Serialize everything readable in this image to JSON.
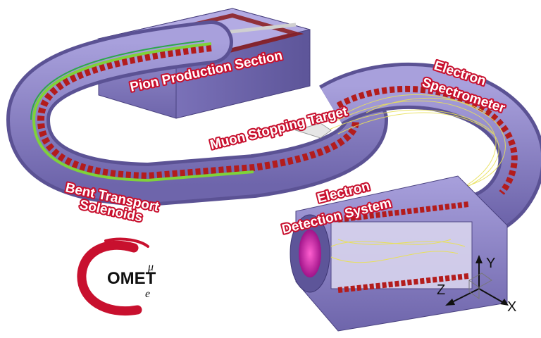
{
  "labels": {
    "pion_production": "Pion Production Section",
    "muon_target": "Muon Stopping Target",
    "electron_spectrometer_1": "Electron",
    "electron_spectrometer_2": "Spectrometer",
    "bent_transport_1": "Bent Transport",
    "bent_transport_2": "Solenoids",
    "electron_detection_1": "Electron",
    "electron_detection_2": "Detection System"
  },
  "logo": {
    "text": "OMET",
    "sup": "μ",
    "sub": "e"
  },
  "axes": {
    "y": "Y",
    "z": "Z",
    "x": "X"
  },
  "colors": {
    "steel": "#8f86c8",
    "steel_dark": "#5b5294",
    "coil": "#b31c1c",
    "beam": "#7fd23a",
    "tracks": "#e8e05a",
    "label": "#c8102e"
  }
}
